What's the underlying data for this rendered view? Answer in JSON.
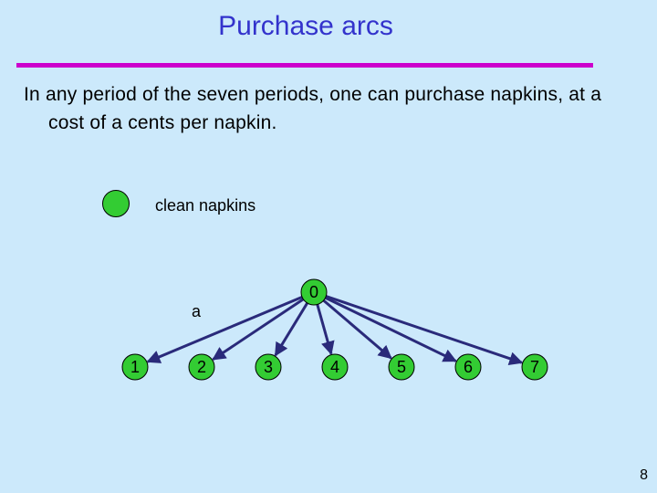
{
  "title": "Purchase arcs",
  "body_text": "In any period of the seven periods, one can purchase napkins, at a cost of  a cents per napkin.",
  "legend": {
    "label": "clean napkins",
    "color": "#33cc33"
  },
  "graph": {
    "source": "0",
    "targets": [
      "1",
      "2",
      "3",
      "4",
      "5",
      "6",
      "7"
    ],
    "arc_label": "a"
  },
  "colors": {
    "title": "#3333cc",
    "rule": "#cc00cc",
    "background": "#cce9fb",
    "node": "#33cc33",
    "edge": "#2a2a7a"
  },
  "page_number": "8"
}
